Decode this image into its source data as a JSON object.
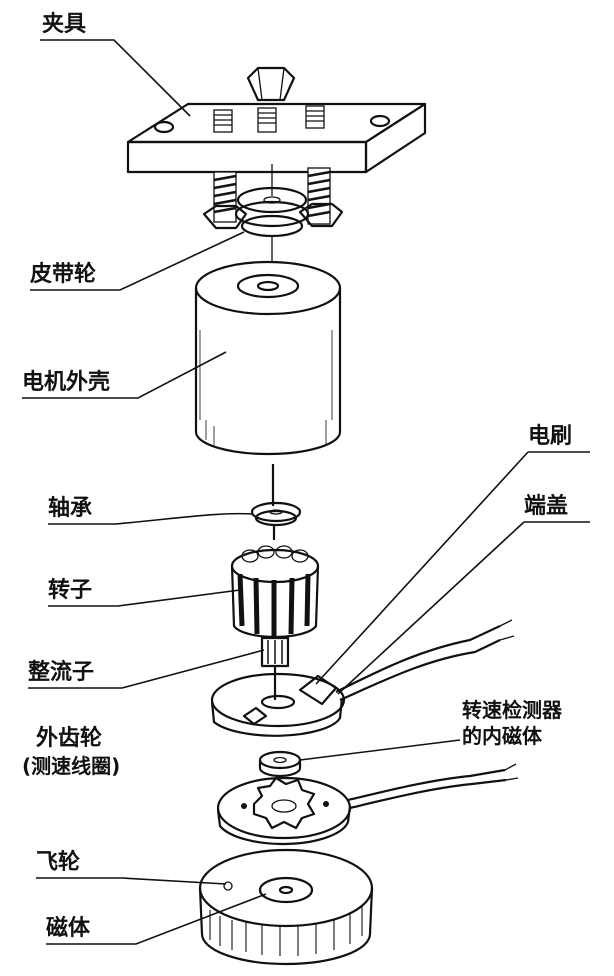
{
  "labels": {
    "clamp": "夹具",
    "pulley": "皮带轮",
    "motor_housing": "电机外壳",
    "bearing": "轴承",
    "rotor": "转子",
    "commutator": "整流子",
    "gear_line1": "外齿轮",
    "gear_line2": "(测速线圈)",
    "flywheel": "飞轮",
    "magnet": "磁体",
    "brush": "电刷",
    "end_cap": "端盖",
    "inner_magnet_line1": "转速检测器",
    "inner_magnet_line2": "的内磁体"
  }
}
